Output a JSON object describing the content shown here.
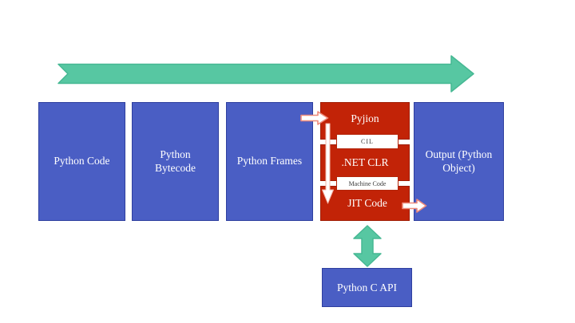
{
  "colors": {
    "stage_blue": "#4a5ec4",
    "stage_blue_border": "#2e3f9f",
    "pyjion_red": "#c22307",
    "pyjion_red_border": "#a01d05",
    "flow_green": "#57c7a2",
    "flow_green_border": "#46b893",
    "white_arrow_fill": "#ffffff",
    "white_arrow_outline": "#ee8a7a",
    "chip_text": "#3a3a3a",
    "label_text": "#ffffff"
  },
  "diagram": {
    "stages": [
      {
        "id": "python-code",
        "label": "Python Code"
      },
      {
        "id": "python-bytecode",
        "label": "Python Bytecode"
      },
      {
        "id": "python-frames",
        "label": "Python Frames"
      }
    ],
    "pyjion": {
      "title": "Pyjion",
      "cil_label": "CIL",
      "clr_label": ".NET CLR",
      "machine_code_label": "Machine Code",
      "jit_label": "JIT Code"
    },
    "output_label": "Output (Python Object)",
    "c_api_label": "Python C API"
  }
}
